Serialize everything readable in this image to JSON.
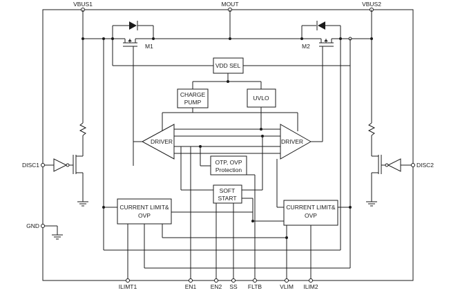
{
  "pins": {
    "vbus1": "VBUS1",
    "mout": "MOUT",
    "vbus2": "VBUS2",
    "disc1": "DISC1",
    "disc2": "DISC2",
    "gnd": "GND",
    "ilimt1": "ILIMT1",
    "en1": "EN1",
    "en2": "EN2",
    "ss": "SS",
    "fltb": "FLTB",
    "vlim": "VLIM",
    "ilim2": "ILIM2"
  },
  "transistors": {
    "m1": "M1",
    "m2": "M2"
  },
  "blocks": {
    "vdd_sel": "VDD SEL",
    "charge_pump": [
      "CHARGE",
      "PUMP"
    ],
    "uvlo": "UVLO",
    "driver_left": "DRIVER",
    "driver_right": "DRIVER",
    "otp_ovp": [
      "OTP, OVP",
      "Protection"
    ],
    "soft_start": [
      "SOFT",
      "START"
    ],
    "current_limit_left": [
      "CURRENT LIMIT&",
      "OVP"
    ],
    "current_limit_right": [
      "CURRENT LIMIT&",
      "OVP"
    ]
  }
}
